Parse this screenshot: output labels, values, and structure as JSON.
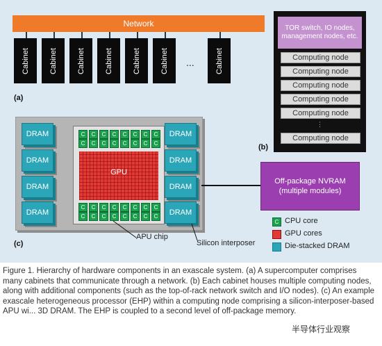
{
  "diagram": {
    "network_label": "Network",
    "cabinet_label": "Cabinet",
    "cabinet_ellipsis": "...",
    "panel_a": "(a)",
    "panel_b": "(b)",
    "panel_c": "(c)",
    "tor_label": "TOR switch, IO nodes, management nodes, etc.",
    "node_label": "Computing node",
    "rack_dots": "⋮",
    "dram_label": "DRAM",
    "cpu_letter": "C",
    "gpu_label": "GPU",
    "apu_chip_label": "APU chip",
    "interposer_label": "Silicon interposer",
    "nvram_line1": "Off-package NVRAM",
    "nvram_line2": "(multiple modules)",
    "legend": {
      "cpu": "CPU core",
      "gpu": "GPU cores",
      "dram": "Die-stacked DRAM"
    },
    "colors": {
      "network": "#ef7a2a",
      "gpu": "#e23b37",
      "cpu": "#1aa24f",
      "dram": "#2ba6b8",
      "nvram": "#9b3fb0",
      "tor": "#c493cf"
    }
  },
  "caption": "Figure 1. Hierarchy of hardware components in an exascale system. (a) A supercomputer comprises many cabinets that communicate through a network. (b) Each cabinet houses multiple computing nodes, along with additional components (such as the top-of-rack network switch and I/O nodes). (c) An example exascale heterogeneous processor (EHP) within a computing node comprising a silicon-interposer-based APU wi... 3D DRAM. The EHP is coupled to a second level of off-package memory.",
  "watermark": "半导体行业观察"
}
